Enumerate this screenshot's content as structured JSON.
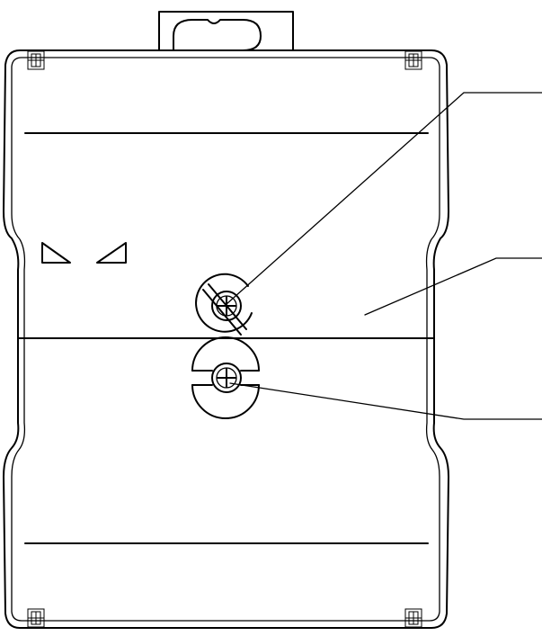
{
  "drawing": {
    "view": "front elevation",
    "line_color": "#000000",
    "background_color": "#ffffff",
    "parts": [
      {
        "id": "enclosure-body",
        "icon": "rounded-housing"
      },
      {
        "id": "top-clip",
        "icon": "mounting-clip"
      },
      {
        "id": "upper-screw-terminal",
        "icon": "phillips-screw-icon"
      },
      {
        "id": "lower-screw-terminal",
        "icon": "phillips-screw-icon"
      },
      {
        "id": "indicator-marks",
        "icon": "wedge-marks"
      },
      {
        "id": "corner-snaps",
        "icon": "snap-latch-icon",
        "count": 4
      }
    ],
    "leaders": [
      {
        "id": "leader-upper-screw",
        "callout_text": ""
      },
      {
        "id": "leader-front-panel",
        "callout_text": ""
      },
      {
        "id": "leader-lower-screw",
        "callout_text": ""
      }
    ]
  }
}
